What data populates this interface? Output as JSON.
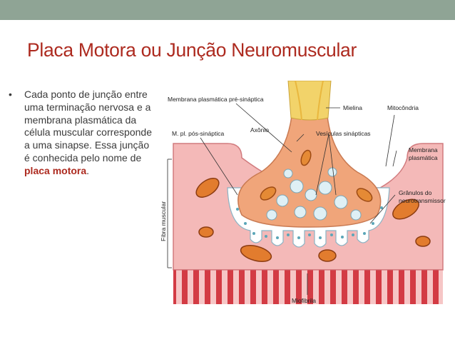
{
  "slide": {
    "title": "Placa Motora ou Junção Neuromuscular",
    "bullet": {
      "marker": "•",
      "text_before": "Cada ponto de junção entre uma terminação nervosa e a membrana plasmática da célula muscular corresponde a uma sinapse. Essa junção é conhecida pelo nome de ",
      "highlight": "placa motora",
      "text_after": "."
    },
    "accent_color": "#ad2a1f",
    "topbar_color": "#8fa495"
  },
  "figure": {
    "labels": {
      "pre_membrane": "Membrana plasmática pré-sináptica",
      "myelin": "Mielina",
      "mitochondria": "Mitocôndria",
      "axon": "Axônio",
      "post_membrane": "M. pl. pós-sináptica",
      "vesicles": "Vesículas sinápticas",
      "membrane_line1": "Membrana",
      "membrane_line2": "plasmática",
      "granules_line1": "Grânulos do",
      "granules_line2": "neurotransmissor",
      "muscle_fiber": "Fibra muscular",
      "myofibril": "Miofibrila"
    }
  }
}
